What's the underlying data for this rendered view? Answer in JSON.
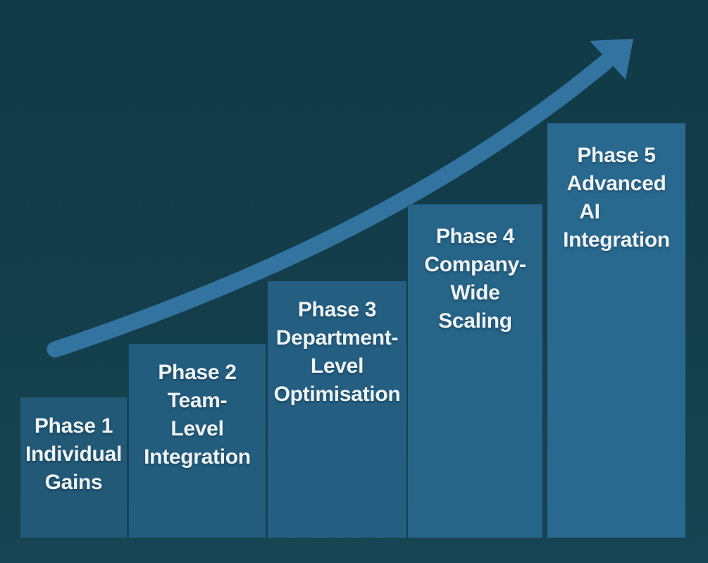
{
  "colors": {
    "background_top": "#113a47",
    "background_bottom": "#174452",
    "arrow": "#32739f",
    "text": "#eef4f6",
    "bars": [
      "#215977",
      "#235d7e",
      "#245f82",
      "#266488",
      "#29698f"
    ]
  },
  "phases": [
    {
      "lines": [
        "Phase 1",
        "Individual",
        "Gains"
      ]
    },
    {
      "lines": [
        "Phase 2",
        "Team-",
        "Level",
        "Integration"
      ]
    },
    {
      "lines": [
        "Phase 3",
        "Department-",
        "Level",
        "Optimisation"
      ]
    },
    {
      "lines": [
        "Phase 4",
        "Company-",
        "Wide",
        "Scaling"
      ]
    },
    {
      "lines": [
        "Phase 5",
        "Advanced",
        "AI",
        "Integration"
      ]
    }
  ],
  "chart_data": {
    "type": "bar",
    "categories": [
      "Phase 1 Individual Gains",
      "Phase 2 Team-Level Integration",
      "Phase 3 Department-Level Optimisation",
      "Phase 4 Company-Wide Scaling",
      "Phase 5 Advanced AI Integration"
    ],
    "values": [
      199,
      275,
      364,
      473,
      588
    ],
    "title": "",
    "xlabel": "",
    "ylabel": "",
    "legend": "none",
    "grid": false,
    "annotation": "upward curved trend arrow from bottom-left to top-right"
  }
}
